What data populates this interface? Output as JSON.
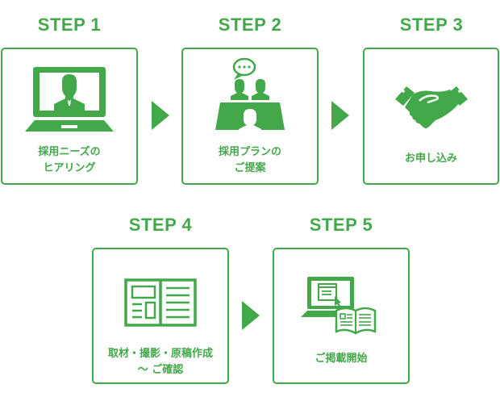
{
  "theme": {
    "accent": "#43a84a"
  },
  "steps": [
    {
      "title": "STEP 1",
      "label_lines": [
        "採用ニーズの",
        "ヒアリング"
      ],
      "icon": "video-call-laptop-icon"
    },
    {
      "title": "STEP 2",
      "label_lines": [
        "採用プランの",
        "ご提案"
      ],
      "icon": "meeting-table-icon"
    },
    {
      "title": "STEP 3",
      "label_lines": [
        "お申し込み"
      ],
      "icon": "handshake-icon"
    },
    {
      "title": "STEP 4",
      "label_lines": [
        "取材・撮影・原稿作成",
        "〜 ご確認"
      ],
      "icon": "open-document-icon"
    },
    {
      "title": "STEP 5",
      "label_lines": [
        "ご掲載開始"
      ],
      "icon": "laptop-magazine-icon"
    }
  ],
  "arrows": [
    "arrow-right-icon",
    "arrow-right-icon",
    "arrow-right-icon"
  ]
}
